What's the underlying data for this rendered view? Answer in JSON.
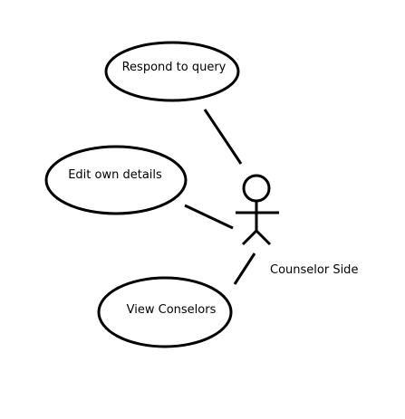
{
  "diagram": {
    "actor": {
      "label": "Counselor Side",
      "icon": "stick-figure-actor"
    },
    "use_cases": [
      {
        "label": "Respond to query"
      },
      {
        "label": "Edit own details"
      },
      {
        "label": "View Conselors"
      }
    ],
    "colors": {
      "stroke": "#000000",
      "background": "#ffffff"
    }
  }
}
